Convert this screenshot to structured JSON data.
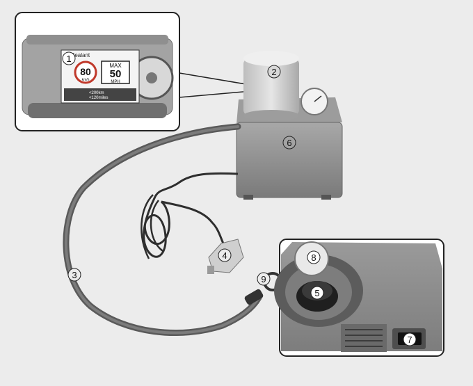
{
  "callouts": {
    "c1": "1",
    "c2": "2",
    "c3": "3",
    "c4": "4",
    "c5": "5",
    "c6": "6",
    "c7": "7",
    "c8": "8",
    "c9": "9"
  },
  "sticker": {
    "brand": "Sealant",
    "speed_value": "80",
    "speed_unit": "km/h",
    "max_label": "MAX",
    "max_value": "50",
    "max_unit": "MPH",
    "distance_km": "<200km",
    "distance_miles": "<120miles"
  },
  "colors": {
    "background": "#ececec",
    "device_body": "#8a8a8a",
    "callout_fill": "#ffffff"
  }
}
